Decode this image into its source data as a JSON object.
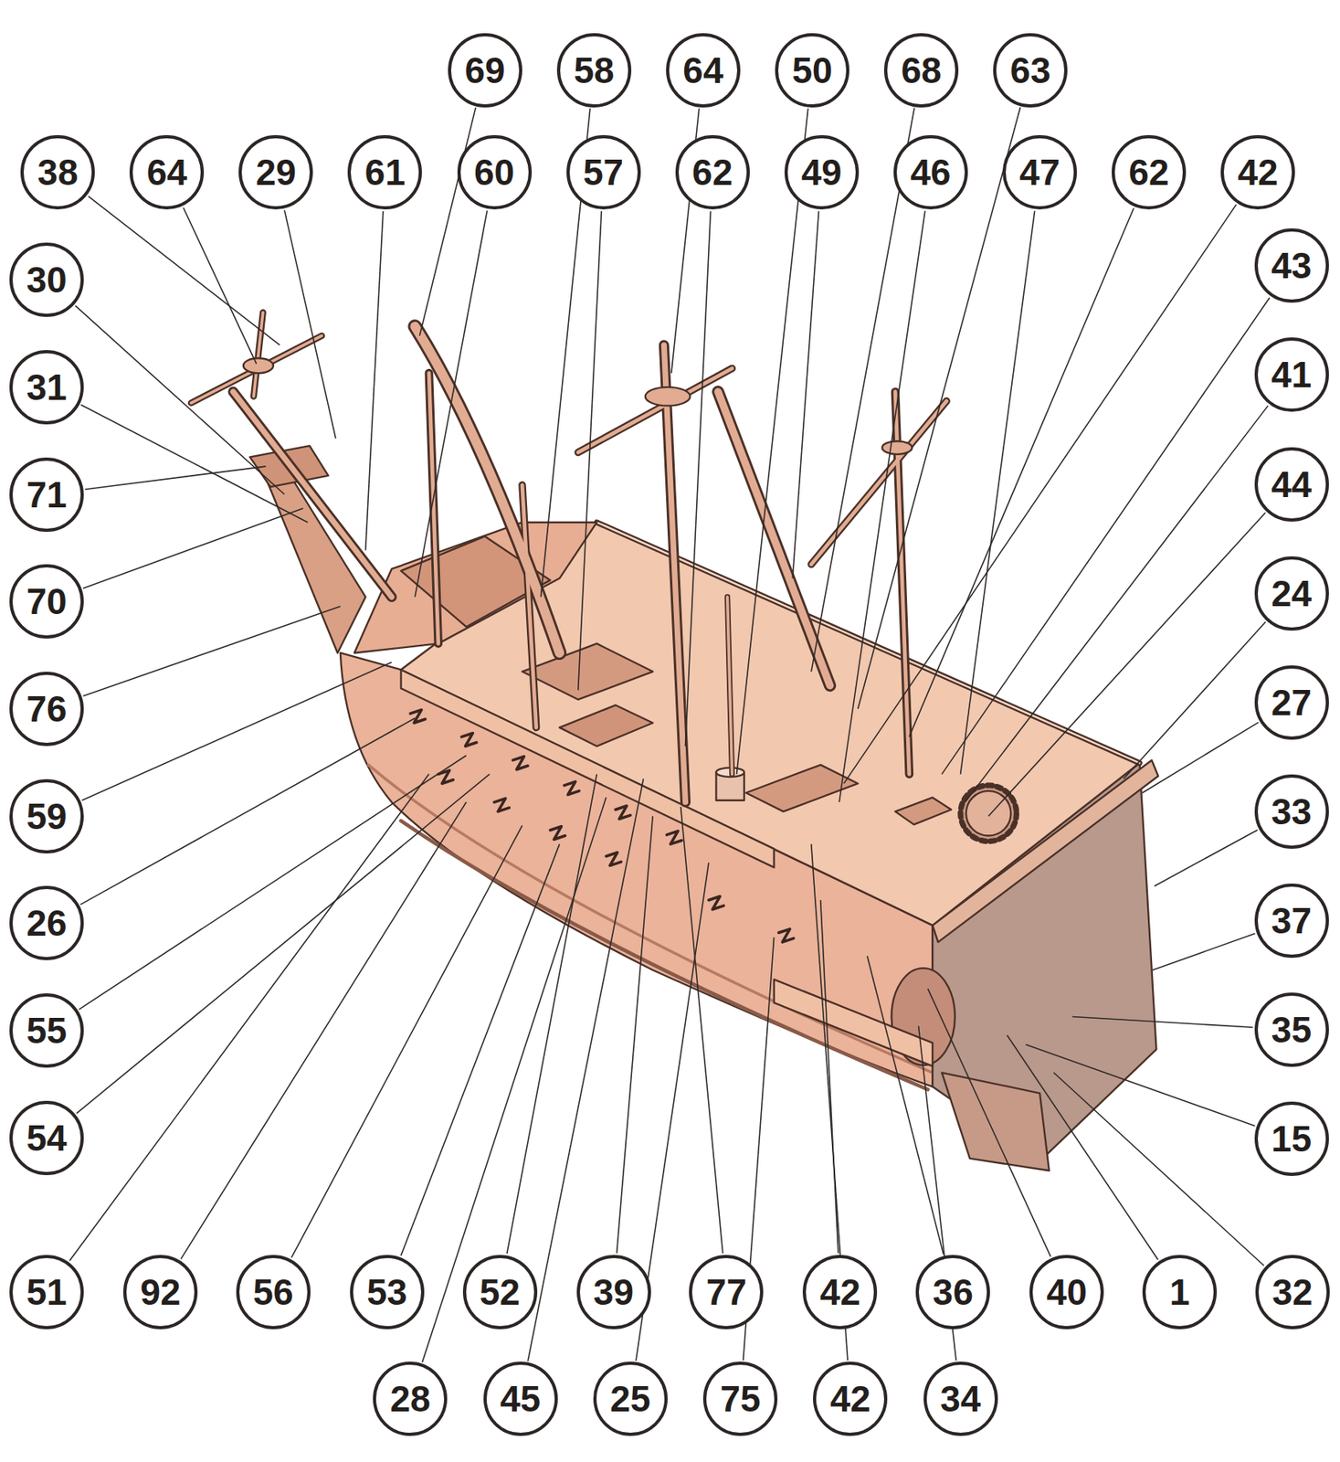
{
  "diagram": {
    "nodes": [
      {
        "text": [
          "69"
        ]
      },
      {
        "text": [
          "58"
        ]
      },
      {
        "text": [
          "64"
        ]
      },
      {
        "text": [
          "50"
        ]
      },
      {
        "text": [
          "68"
        ]
      },
      {
        "text": [
          "63"
        ]
      },
      {
        "text": [
          "38"
        ]
      },
      {
        "text": [
          "64"
        ]
      },
      {
        "text": [
          "29"
        ]
      },
      {
        "text": [
          "61"
        ]
      },
      {
        "text": [
          "60"
        ]
      },
      {
        "text": [
          "57"
        ]
      },
      {
        "text": [
          "62"
        ]
      },
      {
        "text": [
          "49"
        ]
      },
      {
        "text": [
          "46"
        ]
      },
      {
        "text": [
          "47"
        ]
      },
      {
        "text": [
          "62"
        ]
      },
      {
        "text": [
          "42"
        ]
      },
      {
        "text": [
          "30"
        ]
      },
      {
        "text": [
          "31"
        ]
      },
      {
        "text": [
          "71"
        ]
      },
      {
        "text": [
          "70"
        ]
      },
      {
        "text": [
          "76"
        ]
      },
      {
        "text": [
          "59"
        ]
      },
      {
        "text": [
          "26"
        ]
      },
      {
        "text": [
          "55"
        ]
      },
      {
        "text": [
          "54"
        ]
      },
      {
        "text": [
          "43"
        ]
      },
      {
        "text": [
          "41"
        ]
      },
      {
        "text": [
          "44"
        ]
      },
      {
        "text": [
          "24"
        ]
      },
      {
        "text": [
          "27"
        ]
      },
      {
        "text": [
          "33"
        ]
      },
      {
        "text": [
          "37"
        ]
      },
      {
        "text": [
          "35"
        ]
      },
      {
        "text": [
          "15"
        ]
      },
      {
        "text": [
          "51"
        ]
      },
      {
        "text": [
          "92"
        ]
      },
      {
        "text": [
          "56"
        ]
      },
      {
        "text": [
          "53"
        ]
      },
      {
        "text": [
          "52"
        ]
      },
      {
        "text": [
          "39"
        ]
      },
      {
        "text": [
          "77"
        ]
      },
      {
        "text": [
          "42"
        ]
      },
      {
        "text": [
          "36"
        ]
      },
      {
        "text": [
          "40"
        ]
      },
      {
        "text": [
          "1"
        ]
      },
      {
        "text": [
          "32"
        ]
      },
      {
        "text": [
          "28"
        ]
      },
      {
        "text": [
          "45"
        ]
      },
      {
        "text": [
          "25"
        ]
      },
      {
        "text": [
          "75"
        ]
      },
      {
        "text": [
          "42"
        ]
      },
      {
        "text": [
          "34"
        ]
      }
    ]
  }
}
